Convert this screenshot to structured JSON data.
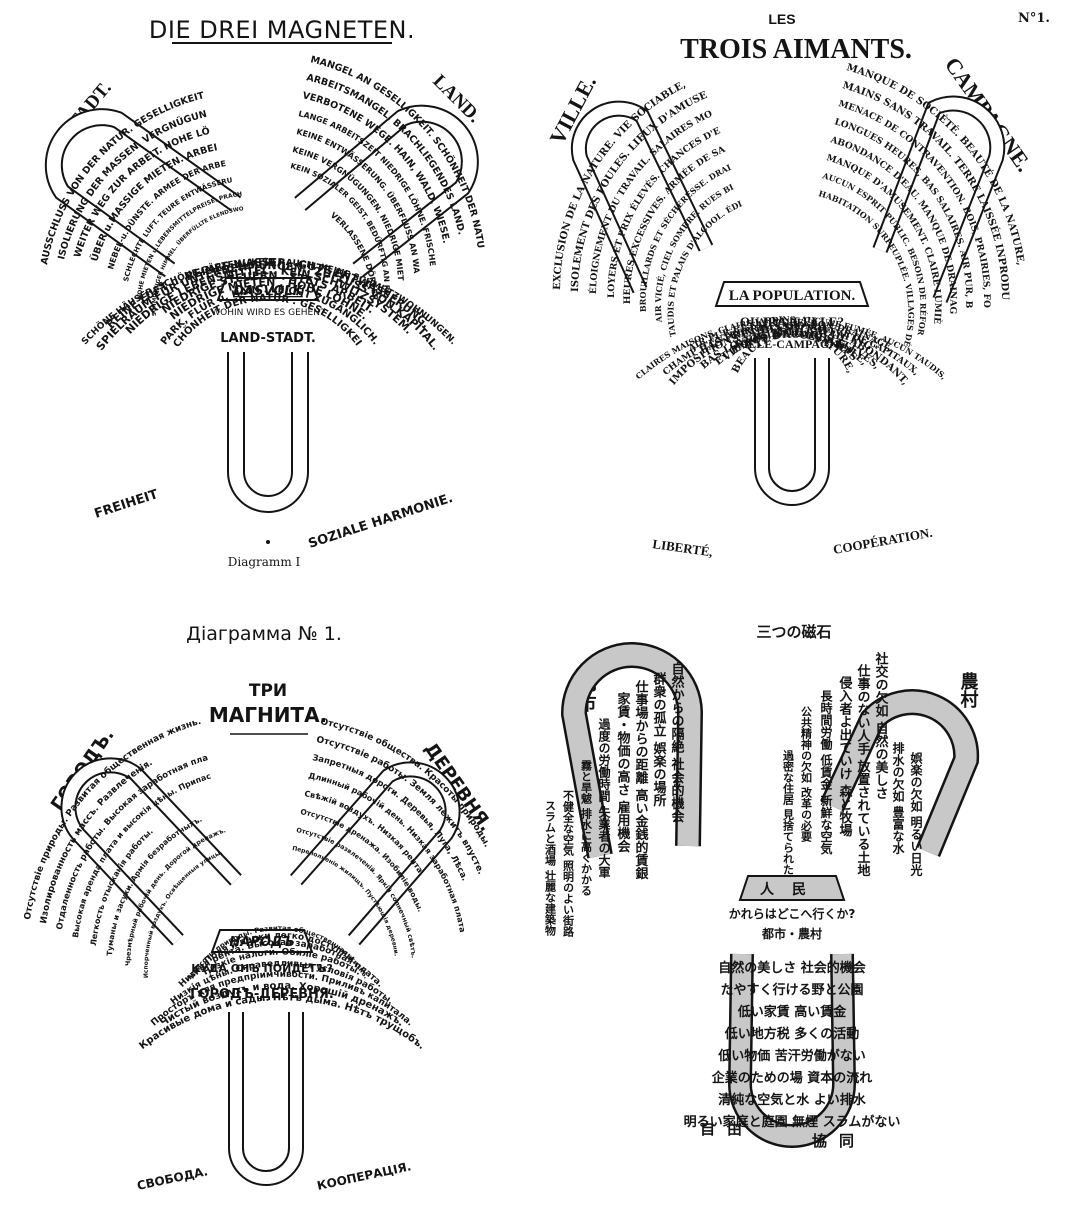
{
  "page_number": "N°1.",
  "german": {
    "title": "DIE DREI MAGNETEN.",
    "town": "STADT.",
    "country": "LAND.",
    "people": "DASVOLK",
    "question": "WOHIN WIRD ES GEHEN?",
    "town_country": "LAND-STADT.",
    "caption": "Diagramm I",
    "town_lines": [
      "AUSSCHLUSS VON DER NATUR. GESELLIGKEIT",
      "ISOLIERUNG DER MASSEN. VERGNÜGUNGSPLÄTZE.",
      "WEITER WEG ZUR ARBEIT. HOHE LÖHNE.",
      "ÜBER u.MASSIGE MIETEN. ARBEITSGELEGENHEIT.",
      "NEBEL-u.DÜNSTE. ARMEE DER ARBEITSLOSEN.",
      "SCHLECHTE LUFT. TEURE ENTWÄSSERUNGSSYSTEME.",
      "HOHE MIETEN u.LEBENSMITTELPREISE. PRACHTSTRASSEN.",
      "SCHMUTZIGER HIMMEL. ÜBERFÜLLTE ELENDSWOHNUNGEN."
    ],
    "country_lines": [
      "MANGEL AN GESELLIGKEIT. SCHÖNHEIT DER NATUR.",
      "ARBEITSMANGEL. BRACHLIEGENDES LAND.",
      "VERBOTENE WEGE. HAIN, WALD, WIESE.",
      "LANGE ARBEITSZEIT NIEDRIGE LÖHNE. FRISCHE LUFT.",
      "KEINE ENTWÄSSERUNG. ÜBERFLUSS AN WASSER.",
      "KEINE VERGNÜGUNGEN. NIEDRIGE MIETEN.",
      "KEIN SOZIALER GEIST. BEDÜRFTIG AN REFORMEN.",
      "VERLASSENE DÖRFER."
    ],
    "magnet_lines": [
      "SCHÖNHEIT DER NATUR . GESELLIGKEIT.",
      "PARK, FLUR u. HAIN . LEICHT ZUGÄNGLICH.",
      "NIEDRIGE MIETEN . HOHE LÖHNE.",
      "NIEDRIGE STEUERN . STETS ARBEIT.",
      "NIEDRIGE LEBENSMITTEL . KEIN SCHWITZSYSTEM.",
      "SPIELRAUM FÜR UNTERNEHMUNGEN . ZUFLUSS VON KAPITAL.",
      "REINE LUFT u. REINES WASSER . GUTE ENTWÄSSERUNG.",
      "SCHÖNE HÄUSER, SCHÖNE GÄRTEN . KEIN RAUCH, KEINE SCHMUTZWOHNUNGEN."
    ],
    "freedom": "FREIHEIT",
    "cooperation": "SOZIALE HARMONIE."
  },
  "french": {
    "title_small": "LES",
    "title": "TROIS AIMANTS.",
    "town": "VILLE.",
    "country": "CAMPAGNE.",
    "people": "LA POPULATION.",
    "question": "OU IRA-T-ELLE?",
    "town_country": "VILLE-CAMPAGNE.",
    "town_lines": [
      "EXCLUSION DE LA NATURE. VIE SOCIABLE,",
      "ISOLEMENT DES FOULES. LIEUX D'AMUSEMENT,",
      "ÉLOIGNEMENT DU TRAVAIL. SALAIRES MONNAYÉS ÉLEVÉS,",
      "LOYERS ET PRIX ÉLEVÉS. CHANCES D'EMPLOI,",
      "HEURES EXCESSIVES. ARMÉE DE SANS-TRAVAIL,",
      "BROUILLARDS ET SÉCHERESSE. DRAINAGE COÛTEUX,",
      "AIR VICIÉ, CIEL SOMBRE. RUES BIEN ÉCLAIRÉES,",
      "TAUDIS ET PALAIS D'ALCOOL. ÉDIFICES SOMPTUEUX."
    ],
    "country_lines": [
      "MANQUE DE SOCIÉTÉ. BEAUTÉ DE LA NATURE,",
      "MAINS SANS TRAVAIL. TERRE LAISSÉE INPRODUCTIVE,",
      "MENACE DE CONTRAVENTION. BOIS, PRAIRIES, FORÊTS,",
      "LONGUES HEURES, BAS SALAIRES. AIR PUR, BAS LOYERS,",
      "ABONDANCE D'EAU. MANQUE DE DRAINAGE,",
      "MANQUE D'AMUSEMENT. CLAIRE LUMIÈRE,",
      "AUCUN ESPRIT PUBLIC. BESOIN DE RÉFORME,",
      "HABITATION SURPEUPLÉE. VILLAGES DÉSERTÉS."
    ],
    "magnet_lines": [
      "BEAUTÉ DE LA NATURE,",
      "VIE SOCIABLE, CHAMPS",
      "ET PARCS D'ACCÈS FACILE,",
      "BAS LOYERS, SALAIRES ÉLEVÉS,",
      "IMPOSITIONS FAIBLES, TRAVAIL ABONDANT,",
      "BAS PRIX, PAS DE \"SWEATING\",",
      "CHAMP D'ENTREPRISE, ABONDANCE DE CAPITAUX,",
      "AIR PUR ET EAU PURE, BON DRAINAGE,",
      "CLAIRES MAISONS, CLAIRS JARDINS, AUCUNE FUMÉE, AUCUN TAUDIS,"
    ],
    "freedom": "LIBERTÉ,",
    "cooperation": "COOPÉRATION."
  },
  "russian": {
    "caption": "Діаграмма № 1.",
    "title_small": "ТРИ",
    "title": "МАГНИТА.",
    "town": "ГОРОДЪ.",
    "country": "ДЕРЕВНЯ.",
    "people": "НАРОДЪ",
    "question": "КУДА ОНЪ ПОЙДЕТЪ?",
    "town_country": "ГОРОДЪ-ДЕРЕВНЯ.",
    "town_lines": [
      "Отсутствіе природы. Развитая общественная жизнь.",
      "Изолированность массъ. Развлеченія.",
      "Отдаленность работы. Высокая заработная плата.",
      "Высокая аренда плата и высокія цѣны. Припасы.",
      "Легкость отысканія работы.",
      "Туманы и засухи. Армія безработныхъ.",
      "Чрезмѣрный рабочій день. Дорогой дренажъ.",
      "Испорченный воздухъ. Освѣщенныя улицы."
    ],
    "country_lines": [
      "Отсутствіе общества. Красоты природы.",
      "Отсутствіе работы. Земля лежитъ впусте.",
      "Запретныя дороги. Деревья, Луга, Лѣса.",
      "Длинный рабочій день. Низкая заработная плата.",
      "Свѣжій воздухъ. Низкая рента.",
      "Отсутствіе дренажа. Изобиліе воды.",
      "Отсутствіе развлеченій. Яркій солнечный свѣтъ.",
      "Переполненіе жилищъ. Пустѣющія деревни."
    ],
    "magnet_lines": [
      "Красоты природы. Развитая общественная жизнь.",
      "Поля и парки легко доступны.",
      "Низкая рента. Высокая заработная плата.",
      "Низкіе налоги. Обиліе работы.",
      "Низкія цѣны. Справедливыя условія работы.",
      "Просторъ для предпріимчивости. Приливъ капитала.",
      "Чистый воздухъ и вода. Хорошій дренажъ.",
      "Красивые дома и сады. Нѣтъ дыма. Нѣтъ трущобъ."
    ],
    "freedom": "СВОБОДА.",
    "cooperation": "КООПЕРАЦІЯ."
  },
  "japanese": {
    "title": "三つの磁石",
    "town": "都市",
    "country": "農村",
    "people": "人民",
    "question": "かれらはどこへ行くか?",
    "town_country": "都市・農村",
    "town_lines": [
      "自然からの隔絶 社会的機会",
      "群衆の孤立 娯楽の場所",
      "仕事場からの距離 高い金銭的賃銀",
      "家賃・物価の高さ 雇用機会",
      "過度の労働時間 失業者の大軍",
      "霧と旱魃 排水に高くかかる",
      "不健全な空気 照明のよい街路",
      "スラムと酒場 壮麗な建築物"
    ],
    "country_lines": [
      "社交の欠如 自然の美しさ",
      "仕事のない人手 放置されている土地",
      "侵入者よ出ていけ 森と牧場",
      "長時間労働 低賃金 新鮮な空気",
      "排水の欠如 豊富な水",
      "娯楽の欠如 明るい日光",
      "公共精神の欠如 改革の必要",
      "過密な住居 見捨てられた村"
    ],
    "magnet_lines": [
      "自然の美しさ 社会的機会",
      "たやすく行ける野と公園",
      "低い家賃 高い賃金",
      "低い地方税 多くの活動",
      "低い物価 苦汗労働がない",
      "企業のための場 資本の流れ",
      "清純な空気と水 よい排水",
      "明るい家庭と庭園 無煙 スラムがない"
    ],
    "freedom": "自由",
    "cooperation": "協同"
  }
}
